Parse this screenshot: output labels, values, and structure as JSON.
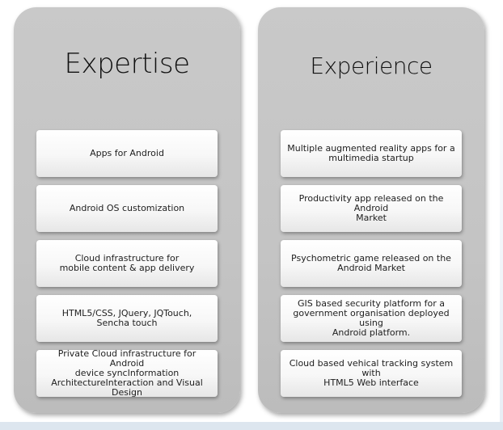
{
  "expertise": {
    "title": "Expertise",
    "items": [
      {
        "label": "Apps for Android"
      },
      {
        "label": "Android OS customization"
      },
      {
        "label": "Cloud infrastructure for\nmobile content & app delivery"
      },
      {
        "label": "HTML5/CSS, JQuery, JQTouch,\nSencha touch"
      },
      {
        "label": "Private Cloud infrastructure for Android\ndevice syncInformation\nArchitectureInteraction and Visual Design"
      }
    ]
  },
  "experience": {
    "title": "Experience",
    "items": [
      {
        "label": "Multiple augmented reality apps for a\nmultimedia startup"
      },
      {
        "label": "Productivity app released on the Android\nMarket"
      },
      {
        "label": "Psychometric game released on the\nAndroid Market"
      },
      {
        "label": "GIS based security platform for a\ngovernment organisation deployed using\nAndroid platform."
      },
      {
        "label": "Cloud based vehical tracking system with\nHTML5 Web interface"
      }
    ]
  },
  "colors": {
    "panel": "#c6c6c6",
    "card": "#f7f7f7",
    "text": "#1e1e1e",
    "footer_band": "#dde6ef"
  }
}
